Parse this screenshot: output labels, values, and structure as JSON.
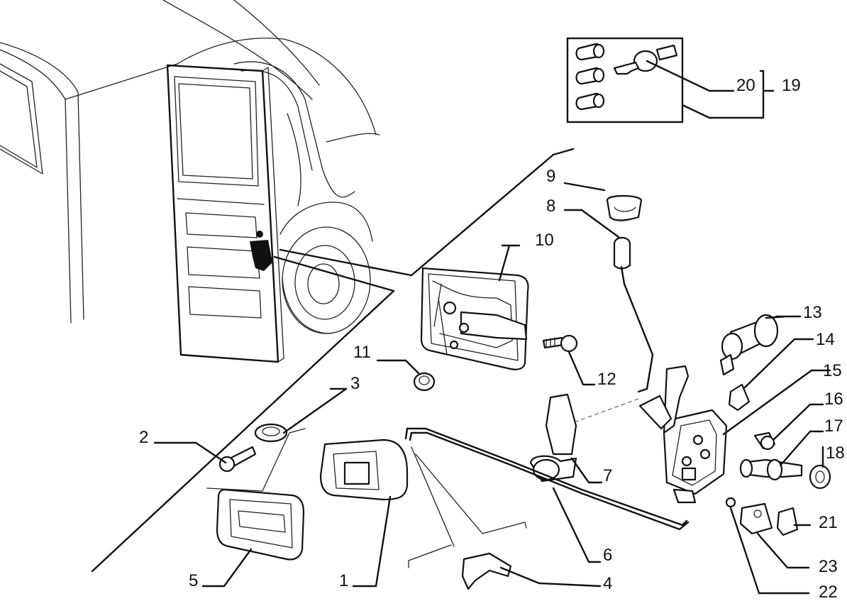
{
  "labels": {
    "p1": "1",
    "p2": "2",
    "p3": "3",
    "p4": "4",
    "p5": "5",
    "p6": "6",
    "p7": "7",
    "p8": "8",
    "p9": "9",
    "p10": "10",
    "p11": "11",
    "p12": "12",
    "p13": "13",
    "p14": "14",
    "p15": "15",
    "p16": "16",
    "p17": "17",
    "p18": "18",
    "p19": "19",
    "p20": "20",
    "p21": "21",
    "p22": "22",
    "p23": "23"
  },
  "icons": {
    "van": "van-body-icon",
    "lock_kit": "lock-cylinder-kit-icon",
    "key": "key-icon"
  },
  "colors": {
    "ink": "#111111",
    "paper": "#ffffff",
    "shade": "#cfcfcf"
  }
}
